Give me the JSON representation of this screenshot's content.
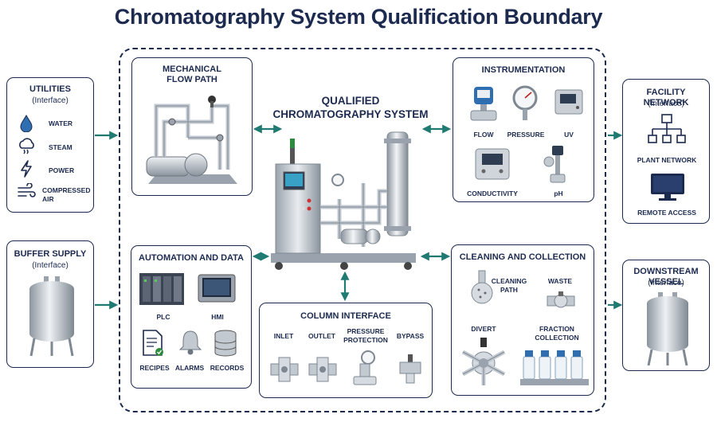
{
  "title": "Chromatography System Qualification Boundary",
  "center": {
    "line1": "QUALIFIED",
    "line2": "CHROMATOGRAPHY SYSTEM"
  },
  "utilities": {
    "title": "UTILITIES",
    "subtitle": "(Interface)",
    "items": [
      {
        "label": "WATER",
        "icon": "water-drop-icon"
      },
      {
        "label": "STEAM",
        "icon": "steam-icon"
      },
      {
        "label": "POWER",
        "icon": "lightning-icon"
      },
      {
        "label": "COMPRESSED\nAIR",
        "icon": "wind-icon"
      }
    ]
  },
  "buffer": {
    "title": "BUFFER SUPPLY",
    "subtitle": "(Interface)"
  },
  "mechanical": {
    "title": "MECHANICAL\nFLOW PATH"
  },
  "instrumentation": {
    "title": "INSTRUMENTATION",
    "items": [
      "FLOW",
      "PRESSURE",
      "UV",
      "CONDUCTIVITY",
      "pH"
    ]
  },
  "automation": {
    "title": "AUTOMATION AND DATA",
    "items": [
      "PLC",
      "HMI",
      "RECIPES",
      "ALARMS",
      "RECORDS"
    ]
  },
  "column": {
    "title": "COLUMN INTERFACE",
    "items": [
      "INLET",
      "OUTLET",
      "PRESSURE\nPROTECTION",
      "BYPASS"
    ]
  },
  "cleaning": {
    "title": "CLEANING AND COLLECTION",
    "items": [
      "CLEANING\nPATH",
      "WASTE",
      "DIVERT",
      "FRACTION\nCOLLECTION"
    ]
  },
  "facility": {
    "title": "FACILITY NETWORK",
    "subtitle": "(Interface)",
    "items": [
      "PLANT NETWORK",
      "REMOTE ACCESS"
    ]
  },
  "downstream": {
    "title": "DOWNSTREAM VESSEL",
    "subtitle": "(Interface)"
  },
  "colors": {
    "navy": "#1c2a4f",
    "arrow": "#1f7a72",
    "steel": "#b9c2cc"
  }
}
